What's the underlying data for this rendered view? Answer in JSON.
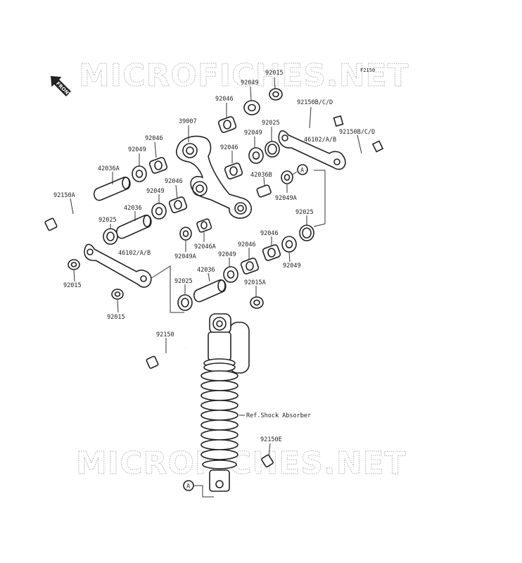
{
  "watermark": {
    "text": "MICROFICHES.NET"
  },
  "figure_code": "F2150",
  "front_label": "FRONT",
  "ref_note": "Ref.Shock Absorber",
  "callout_marker": "A",
  "labels": {
    "p92015_top": "92015",
    "p92049_top": "92049",
    "p92046_a": "92046",
    "p92150bcd_1": "92150B/C/D",
    "p92150bcd_2": "92150B/C/D",
    "p39007": "39007",
    "p92049_b": "92049",
    "p92025_a": "92025",
    "p46102_r": "46102/A/B",
    "p92046_b": "92046",
    "p92049_c": "92049",
    "p92046_c": "92046",
    "p42036a": "42036A",
    "p42036b": "42036B",
    "p92049a_r": "92049A",
    "p92150a": "92150A",
    "p92046_d": "92046",
    "p92049_d": "92049",
    "p42036_a": "42036",
    "p92025_r": "92025",
    "p92025_l": "92025",
    "p92046a": "92046A",
    "p92046_e": "92046",
    "p46102_l": "46102/A/B",
    "p92049a_m": "92049A",
    "p92049_e": "92049",
    "p92046_f": "92046",
    "p92049_f": "92049",
    "p42036_b": "42036",
    "p92015_l": "92015",
    "p92025_m": "92025",
    "p92015a": "92015A",
    "p92015_b": "92015",
    "p92150": "92150",
    "p92150e": "92150E"
  }
}
